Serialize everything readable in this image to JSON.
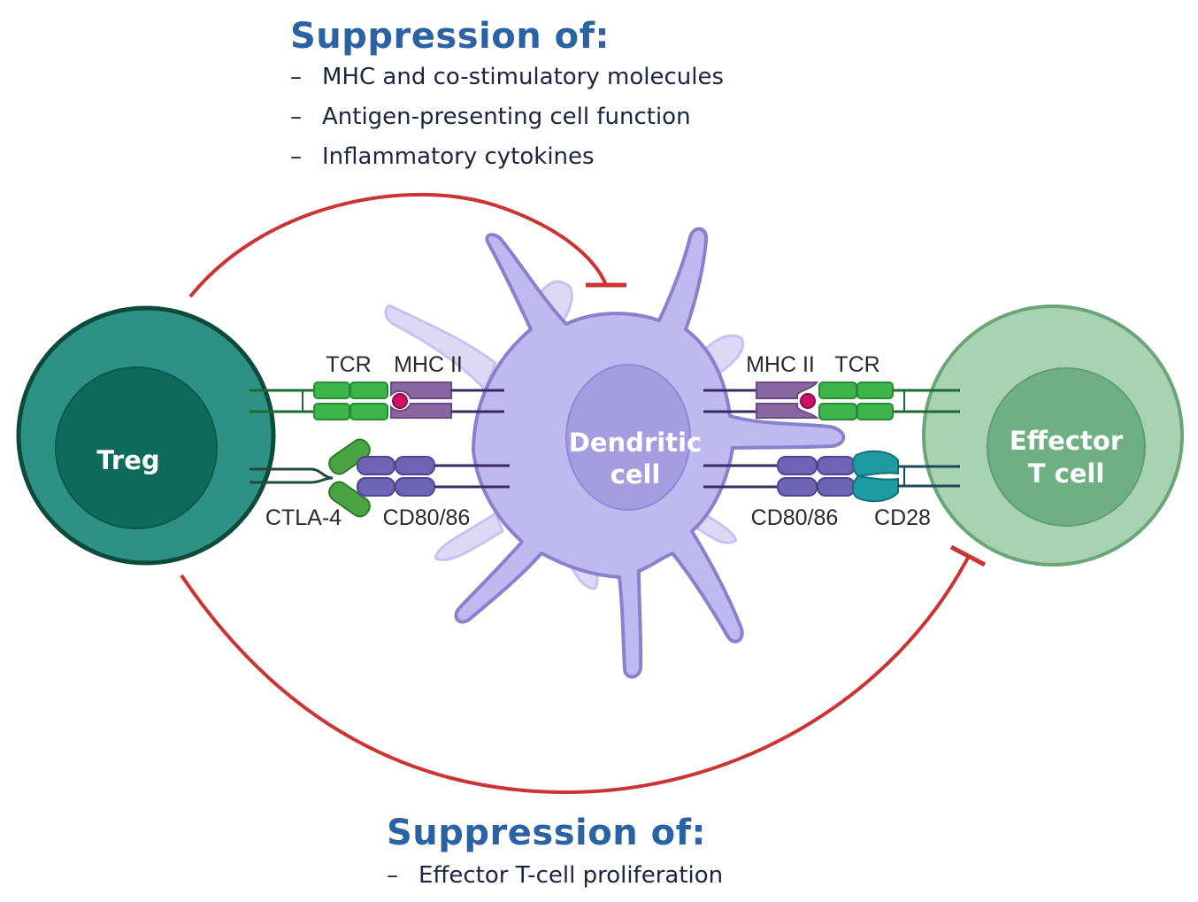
{
  "top_panel": {
    "heading": "Suppression of:",
    "items": [
      {
        "dash": "–",
        "text": "MHC and co-stimulatory molecules"
      },
      {
        "dash": "–",
        "text": "Antigen-presenting cell function"
      },
      {
        "dash": "–",
        "text": "Inflammatory cytokines"
      }
    ]
  },
  "bottom_panel": {
    "heading": "Suppression of:",
    "items": [
      {
        "dash": "–",
        "text": "Effector T-cell proliferation"
      }
    ]
  },
  "cells": {
    "treg": "Treg",
    "dendritic_line1": "Dendritic",
    "dendritic_line2": "cell",
    "effector_line1": "Effector",
    "effector_line2": "T cell"
  },
  "molecules": {
    "tcr_left": "TCR",
    "mhc_left": "MHC II",
    "ctla4": "CTLA-4",
    "cd80_left": "CD80/86",
    "mhc_right": "MHC II",
    "tcr_right": "TCR",
    "cd80_right": "CD80/86",
    "cd28": "CD28"
  },
  "colors": {
    "inhibition_arrow": "#cc3333",
    "heading": "#2a62a4",
    "treg": "#2e9185",
    "treg_nucleus": "#0e6b5c",
    "dendritic": "#c0b8f0",
    "effector": "#a8d2b0",
    "tcr": "#3db54a",
    "mhc": "#8a65a3",
    "cd80": "#6e63b5",
    "cd28": "#1e9aa3",
    "ctla4": "#4aa444"
  }
}
